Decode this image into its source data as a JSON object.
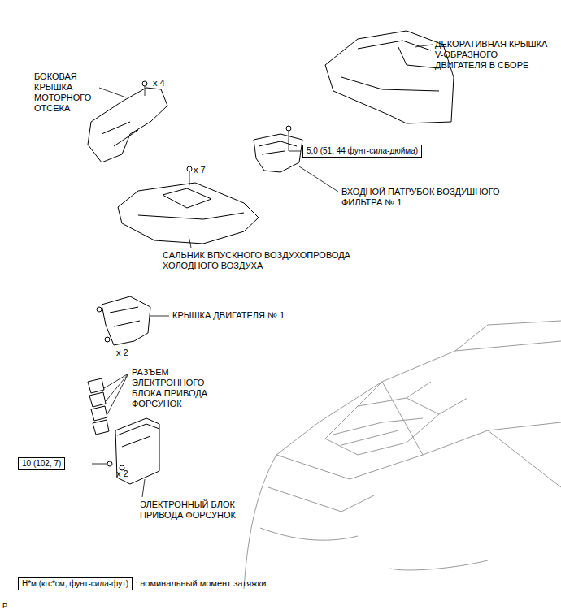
{
  "diagram": {
    "nodes": [
      {
        "text": [
          "5,0 (51, 44 фунт-сила-дюйма)"
        ]
      },
      {
        "text": [
          "10 (102, 7)"
        ]
      },
      {
        "text": [
          "Н*м (кгс*см, фунт-сила-фут)"
        ]
      }
    ],
    "labels": [
      "БОКОВАЯ КРЫШКА МОТОРНОГО ОТСЕКА",
      "x 4",
      "ДЕКОРАТИВНАЯ КРЫШКА V-ОБРАЗНОГО ДВИГАТЕЛЯ В СБОРЕ",
      "x 7",
      "ВХОДНОЙ ПАТРУБОК ВОЗДУШНОГО ФИЛЬТРА № 1",
      "САЛЬНИК ВПУСКНОГО ВОЗДУХОПРОВОДА ХОЛОДНОГО ВОЗДУХА",
      "КРЫШКА ДВИГАТЕЛЯ № 1",
      "x 2",
      "РАЗЪЕМ ЭЛЕКТРОННОГО БЛОКА ПРИВОДА ФОРСУНОК",
      "x 2",
      "ЭЛЕКТРОННЫЙ БЛОК ПРИВОДА ФОРСУНОК",
      ": номинальный момент затяжки",
      "P"
    ]
  }
}
